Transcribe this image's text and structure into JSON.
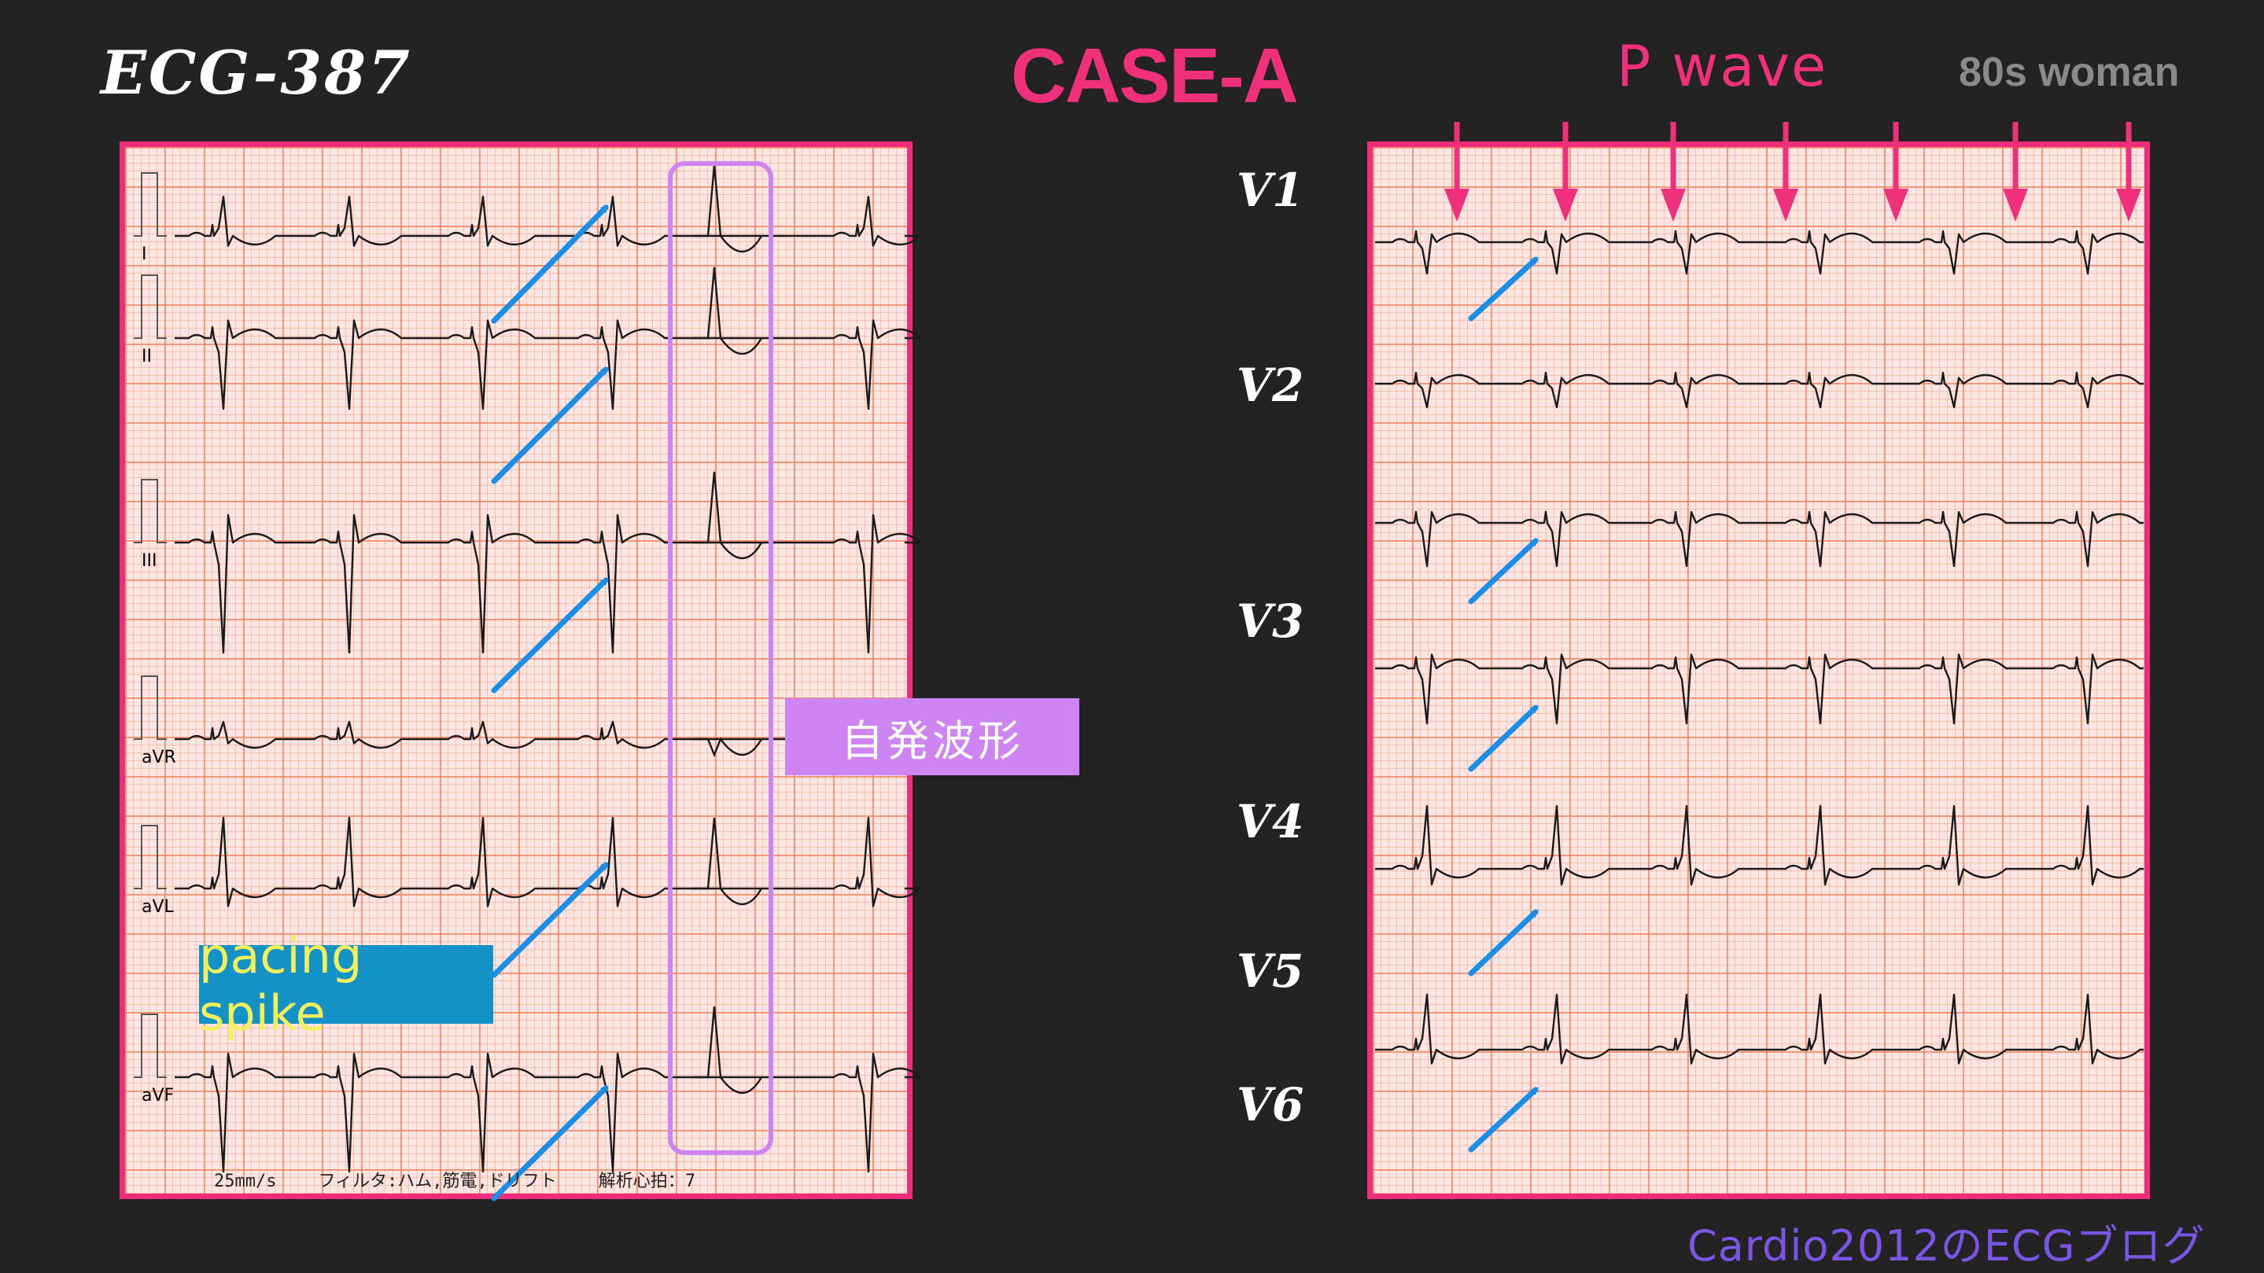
{
  "header": {
    "ecg_id": "ECG-387",
    "case_label": "CASE-A",
    "p_wave_label": "P wave",
    "patient": "80s woman"
  },
  "left_panel": {
    "limb_leads": [
      "I",
      "II",
      "III",
      "aVR",
      "aVL",
      "aVF"
    ],
    "footer": "25mm/s    フィルタ:ハム,筋電,ドリフト    解析心拍：7"
  },
  "right_panel": {
    "chest_leads": [
      "V1",
      "V2",
      "V3",
      "V4",
      "V5",
      "V6"
    ]
  },
  "annotations": {
    "spontaneous_label": "自発波形",
    "pacing_label": "pacing spike"
  },
  "credit": "Cardio2012のECGブログ",
  "colors": {
    "background": "#232323",
    "accent_pink": "#f0307a",
    "arrow_blue": "#1b8fe6",
    "box_purple": "#cf84f3",
    "credit_purple": "#7b55e6"
  }
}
